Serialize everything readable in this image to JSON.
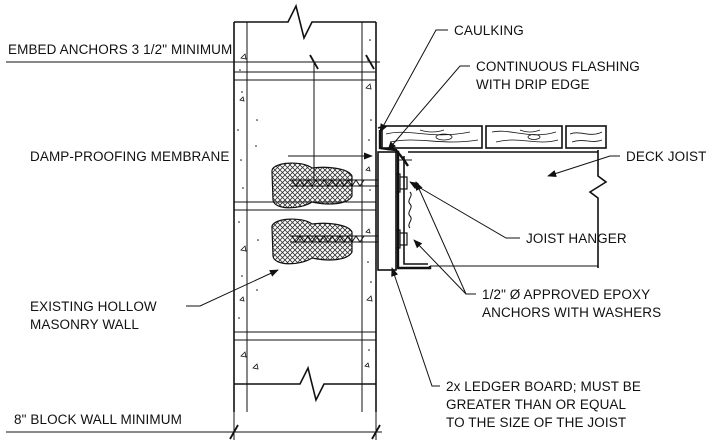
{
  "labels": {
    "embed": "EMBED ANCHORS 3 1/2\" MINIMUM",
    "caulking": "CAULKING",
    "flashing_1": "CONTINUOUS FLASHING",
    "flashing_2": "WITH DRIP EDGE",
    "damp": "DAMP-PROOFING MEMBRANE",
    "deck_joist": "DECK JOIST",
    "joist_hanger": "JOIST HANGER",
    "epoxy_1": "1/2\" Ø APPROVED EPOXY",
    "epoxy_2": "ANCHORS WITH WASHERS",
    "wall_1": "EXISTING HOLLOW",
    "wall_2": "MASONRY WALL",
    "ledger_1": "2x LEDGER BOARD; MUST BE",
    "ledger_2": "GREATER THAN OR EQUAL",
    "ledger_3": "TO THE SIZE OF THE JOIST",
    "block": "8\" BLOCK WALL MINIMUM"
  },
  "colors": {
    "ink": "#111111",
    "background": "#ffffff"
  }
}
